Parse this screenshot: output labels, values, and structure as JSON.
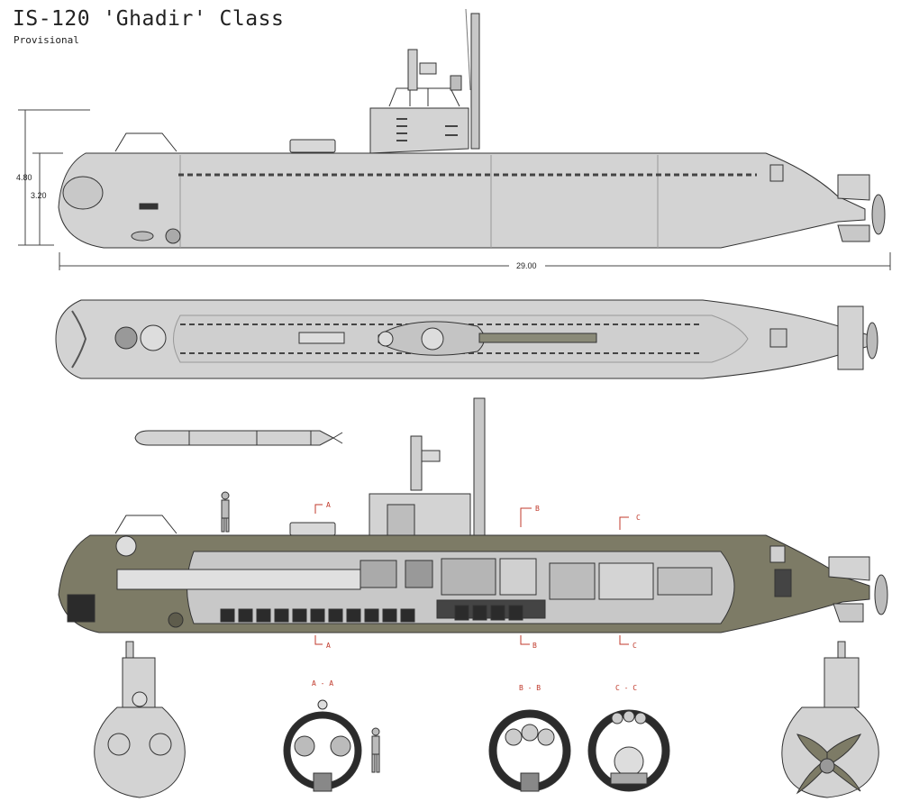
{
  "header": {
    "title": "IS-120 'Ghadir' Class",
    "subtitle": "Provisional"
  },
  "dimensions": {
    "height_total": "4.80",
    "height_hull": "3.20",
    "length": "29.00"
  },
  "section_labels": {
    "a": "A",
    "b": "B",
    "c": "C",
    "section_a": "A - A",
    "section_b": "B - B",
    "section_c": "C - C"
  },
  "colors": {
    "hull": "#d3d3d3",
    "hull_dark": "#b8b8b8",
    "outline": "#333333",
    "olive": "#7d7b66",
    "olive_dark": "#5e5c4c",
    "interior": "#c8c8c8",
    "battery": "#2b2b2b",
    "section_mark": "#c0392b"
  }
}
